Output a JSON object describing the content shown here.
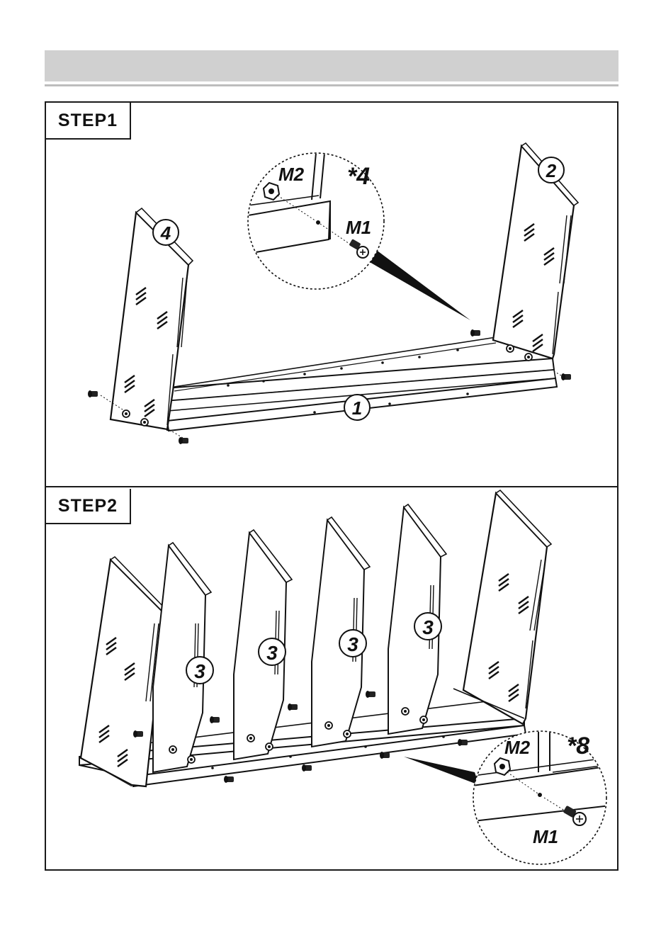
{
  "step1": {
    "title": "STEP1",
    "detail": {
      "nut_label": "M2",
      "bolt_label": "M1",
      "quantity": "*4"
    },
    "parts": {
      "bottom": "1",
      "right_side": "2",
      "left_side": "4"
    }
  },
  "step2": {
    "title": "STEP2",
    "detail": {
      "nut_label": "M2",
      "bolt_label": "M1",
      "quantity": "*8"
    },
    "dividers": [
      "3",
      "3",
      "3",
      "3"
    ]
  }
}
